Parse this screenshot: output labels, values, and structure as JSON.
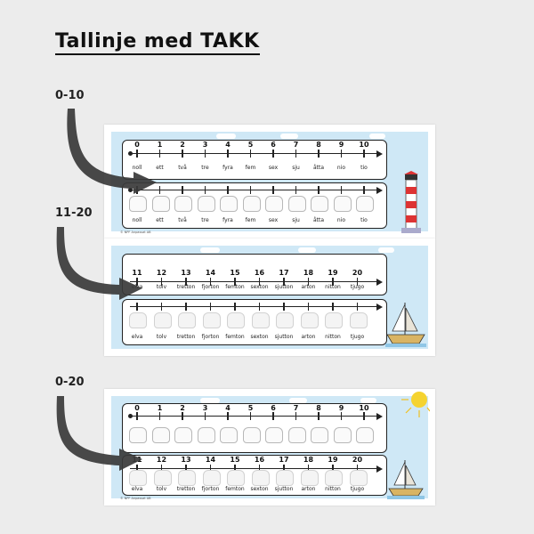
{
  "title": "Tallinje med TAKK",
  "sections": [
    {
      "label": "0-10",
      "numbers": [
        "0",
        "1",
        "2",
        "3",
        "4",
        "5",
        "6",
        "7",
        "8",
        "9",
        "10"
      ],
      "words": [
        "noll",
        "ett",
        "två",
        "tre",
        "fyra",
        "fem",
        "sex",
        "sju",
        "åtta",
        "nio",
        "tio"
      ]
    },
    {
      "label": "11-20",
      "numbers": [
        "11",
        "12",
        "13",
        "14",
        "15",
        "16",
        "17",
        "18",
        "19",
        "20"
      ],
      "words": [
        "elva",
        "tolv",
        "tretton",
        "fjorton",
        "femton",
        "sexton",
        "sjutton",
        "arton",
        "nitton",
        "tjugo"
      ]
    },
    {
      "label": "0-20",
      "numbers_top": [
        "0",
        "1",
        "2",
        "3",
        "4",
        "5",
        "6",
        "7",
        "8",
        "9",
        "10"
      ],
      "numbers_bottom": [
        "11",
        "12",
        "13",
        "14",
        "15",
        "16",
        "17",
        "18",
        "19",
        "20"
      ],
      "words": [
        "elva",
        "tolv",
        "tretton",
        "fjorton",
        "femton",
        "sexton",
        "sjutton",
        "arton",
        "nitton",
        "tjugo"
      ]
    }
  ],
  "copyright": "© NPF Anpassat AB"
}
